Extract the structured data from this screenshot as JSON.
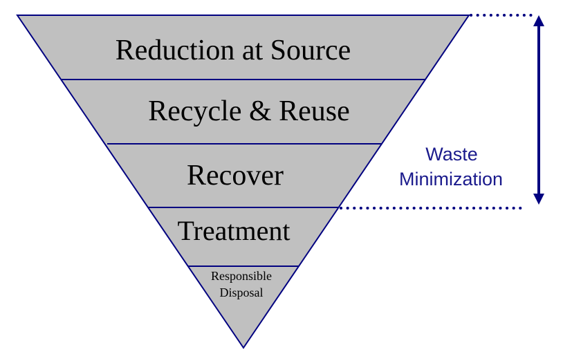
{
  "colors": {
    "fill": "#c0c0c0",
    "line": "#000080",
    "label": "#1a1a8c"
  },
  "levels": [
    {
      "label": "Reduction at Source"
    },
    {
      "label": "Recycle & Reuse"
    },
    {
      "label": "Recover"
    },
    {
      "label": "Treatment"
    },
    {
      "label_line1": "Responsible",
      "label_line2": "Disposal"
    }
  ],
  "bracket": {
    "line1": "Waste",
    "line2": "Minimization",
    "icon": "double-arrow-vertical-icon"
  }
}
